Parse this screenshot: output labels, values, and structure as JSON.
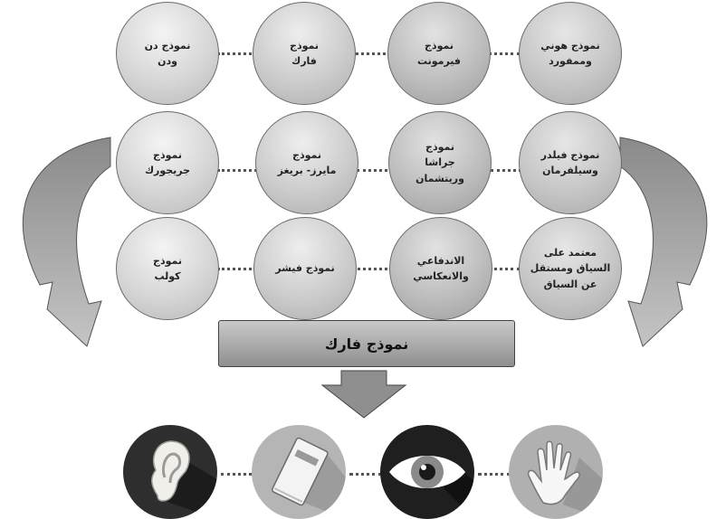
{
  "rows": [
    [
      "نموذج دن\nودن",
      "نموذج\nفارك",
      "نموذج\nفيرمونت",
      "نموذج هوني\nوممفورد"
    ],
    [
      "نموذج\nجريجورك",
      "نموذج\nمايرز- بريغز",
      "نموذج\nجراشا\nوريتشمان",
      "نموذج فيلدر\nوسيلفرمان"
    ],
    [
      "نموذج\nكولب",
      "نموذج فيشر",
      "الاندفاعي\nوالانعكاسي",
      "معتمد على\nالسياق ومستقل\nعن السياق"
    ]
  ],
  "result": "نموذج فارك",
  "senses": [
    "ear-icon",
    "book-icon",
    "eye-icon",
    "hand-icon"
  ]
}
